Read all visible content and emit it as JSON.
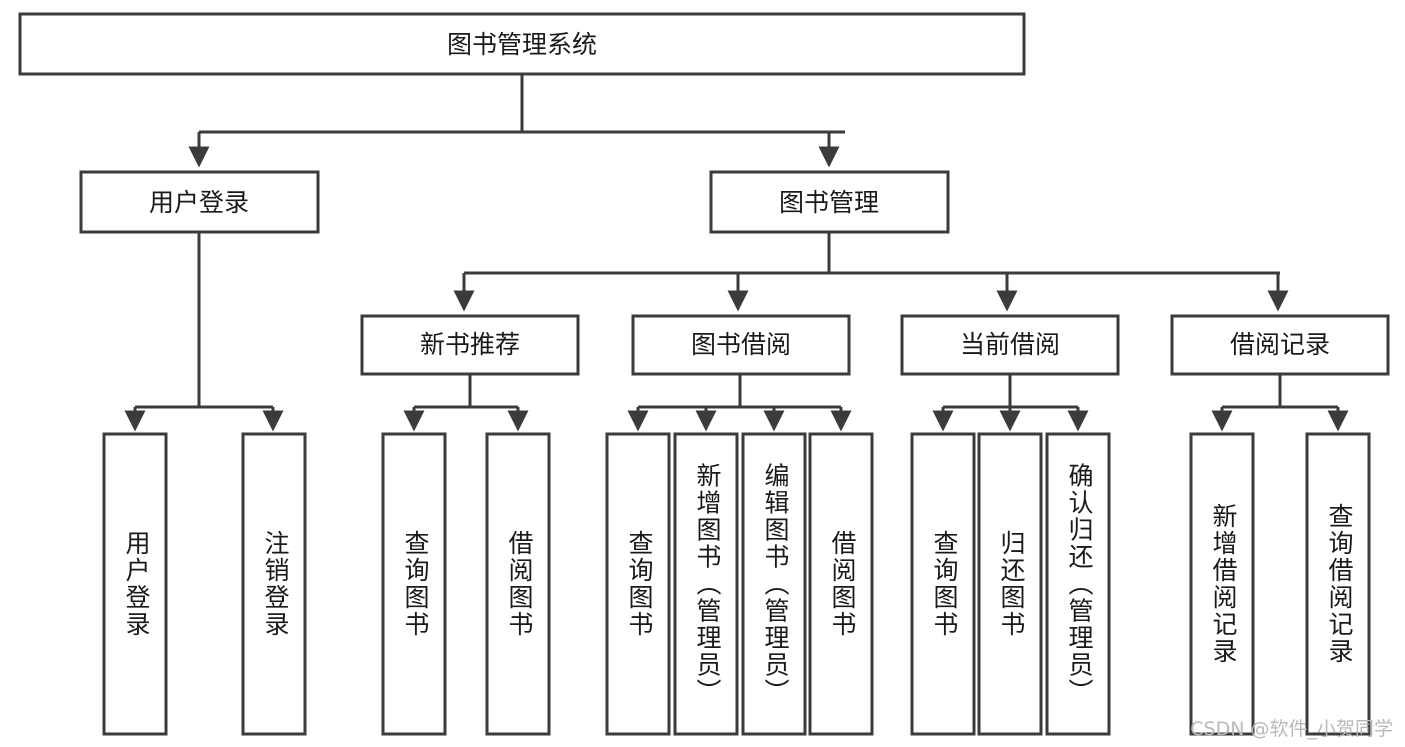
{
  "diagram": {
    "type": "tree-hierarchy",
    "root": {
      "id": "root",
      "label": "图书管理系统"
    },
    "level2": [
      {
        "id": "user-login",
        "label": "用户登录"
      },
      {
        "id": "book-management",
        "label": "图书管理"
      }
    ],
    "level3": [
      {
        "id": "new-book-recommend",
        "label": "新书推荐"
      },
      {
        "id": "book-borrow",
        "label": "图书借阅"
      },
      {
        "id": "current-borrow",
        "label": "当前借阅"
      },
      {
        "id": "borrow-records",
        "label": "借阅记录"
      }
    ],
    "leaves": {
      "user_login": [
        {
          "id": "leaf-user-login",
          "label": "用户登录"
        },
        {
          "id": "leaf-logout",
          "label": "注销登录"
        }
      ],
      "new_book_recommend": [
        {
          "id": "leaf-query-book-1",
          "label": "查询图书"
        },
        {
          "id": "leaf-borrow-book-1",
          "label": "借阅图书"
        }
      ],
      "book_borrow": [
        {
          "id": "leaf-query-book-2",
          "label": "查询图书"
        },
        {
          "id": "leaf-add-book",
          "label": "新增图书（管理员）"
        },
        {
          "id": "leaf-edit-book",
          "label": "编辑图书（管理员）"
        },
        {
          "id": "leaf-borrow-book-2",
          "label": "借阅图书"
        }
      ],
      "current_borrow": [
        {
          "id": "leaf-query-book-3",
          "label": "查询图书"
        },
        {
          "id": "leaf-return-book",
          "label": "归还图书"
        },
        {
          "id": "leaf-confirm-return",
          "label": "确认归还（管理员）"
        }
      ],
      "borrow_records": [
        {
          "id": "leaf-add-record",
          "label": "新增借阅记录"
        },
        {
          "id": "leaf-query-record",
          "label": "查询借阅记录"
        }
      ]
    },
    "colors": {
      "stroke": "#3b3b3b",
      "fill": "#ffffff",
      "text": "#1a1a1a",
      "watermark": "#b9b9b9"
    }
  },
  "watermark": {
    "text": "CSDN @软件_小贺同学"
  }
}
